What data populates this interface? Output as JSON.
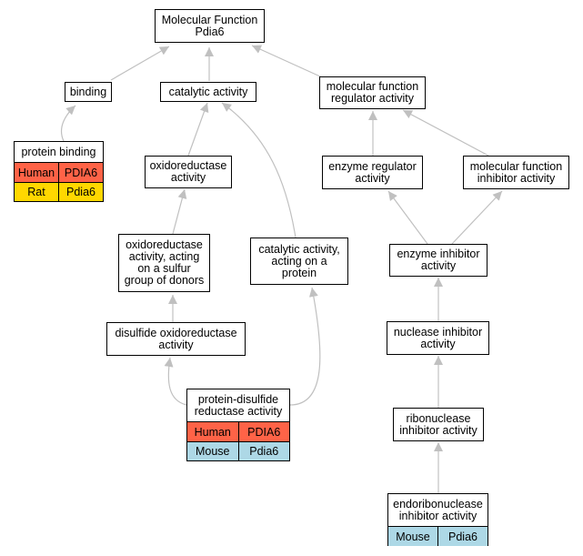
{
  "colors": {
    "human": "#ff6347",
    "rat": "#ffd700",
    "mouse": "#add8e6",
    "edge": "#c0c0c0"
  },
  "nodes": {
    "root": "Molecular Function\nPdia6",
    "binding": "binding",
    "catalytic": "catalytic activity",
    "mf_regulator": "molecular function\nregulator activity",
    "protein_binding": {
      "title": "protein binding",
      "rows": [
        {
          "species": "Human",
          "gene": "PDIA6"
        },
        {
          "species": "Rat",
          "gene": "Pdia6"
        }
      ]
    },
    "oxidoreductase": "oxidoreductase\nactivity",
    "enzyme_regulator": "enzyme regulator\nactivity",
    "mf_inhibitor": "molecular function\ninhibitor activity",
    "oxido_sulfur": "oxidoreductase\nactivity, acting\non a sulfur\ngroup of donors",
    "catalytic_protein": "catalytic activity,\nacting on a\nprotein",
    "enzyme_inhibitor": "enzyme inhibitor\nactivity",
    "disulfide": "disulfide oxidoreductase\nactivity",
    "nuclease_inhibitor": "nuclease inhibitor\nactivity",
    "pdr": {
      "title": "protein-disulfide\nreductase activity",
      "rows": [
        {
          "species": "Human",
          "gene": "PDIA6"
        },
        {
          "species": "Mouse",
          "gene": "Pdia6"
        }
      ]
    },
    "ribonuclease_inhibitor": "ribonuclease\ninhibitor activity",
    "endoribonuclease": {
      "title": "endoribonuclease\ninhibitor activity",
      "rows": [
        {
          "species": "Mouse",
          "gene": "Pdia6"
        }
      ]
    }
  }
}
